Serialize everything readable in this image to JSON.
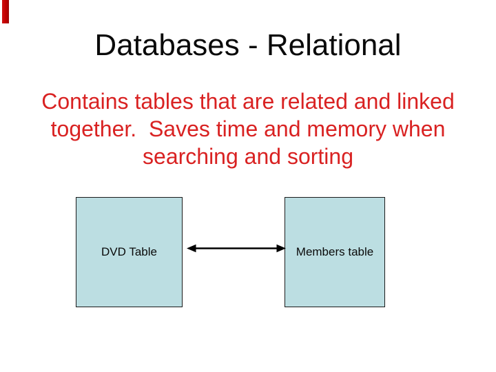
{
  "slide": {
    "title": "Databases - Relational",
    "body": {
      "lines": [
        "Contains tables that are related and linked",
        "together.  Saves time and memory when",
        "searching and sorting"
      ]
    },
    "diagram": {
      "boxes": [
        {
          "label": "DVD Table"
        },
        {
          "label": "Members table"
        }
      ],
      "connector": "double-headed-arrow"
    },
    "colors": {
      "title_text": "#0a0a0a",
      "body_text": "#d92222",
      "box_fill": "#bcdee2",
      "box_border": "#1a1a1a",
      "arrow": "#000000",
      "corner_accent": "#c00000"
    }
  }
}
